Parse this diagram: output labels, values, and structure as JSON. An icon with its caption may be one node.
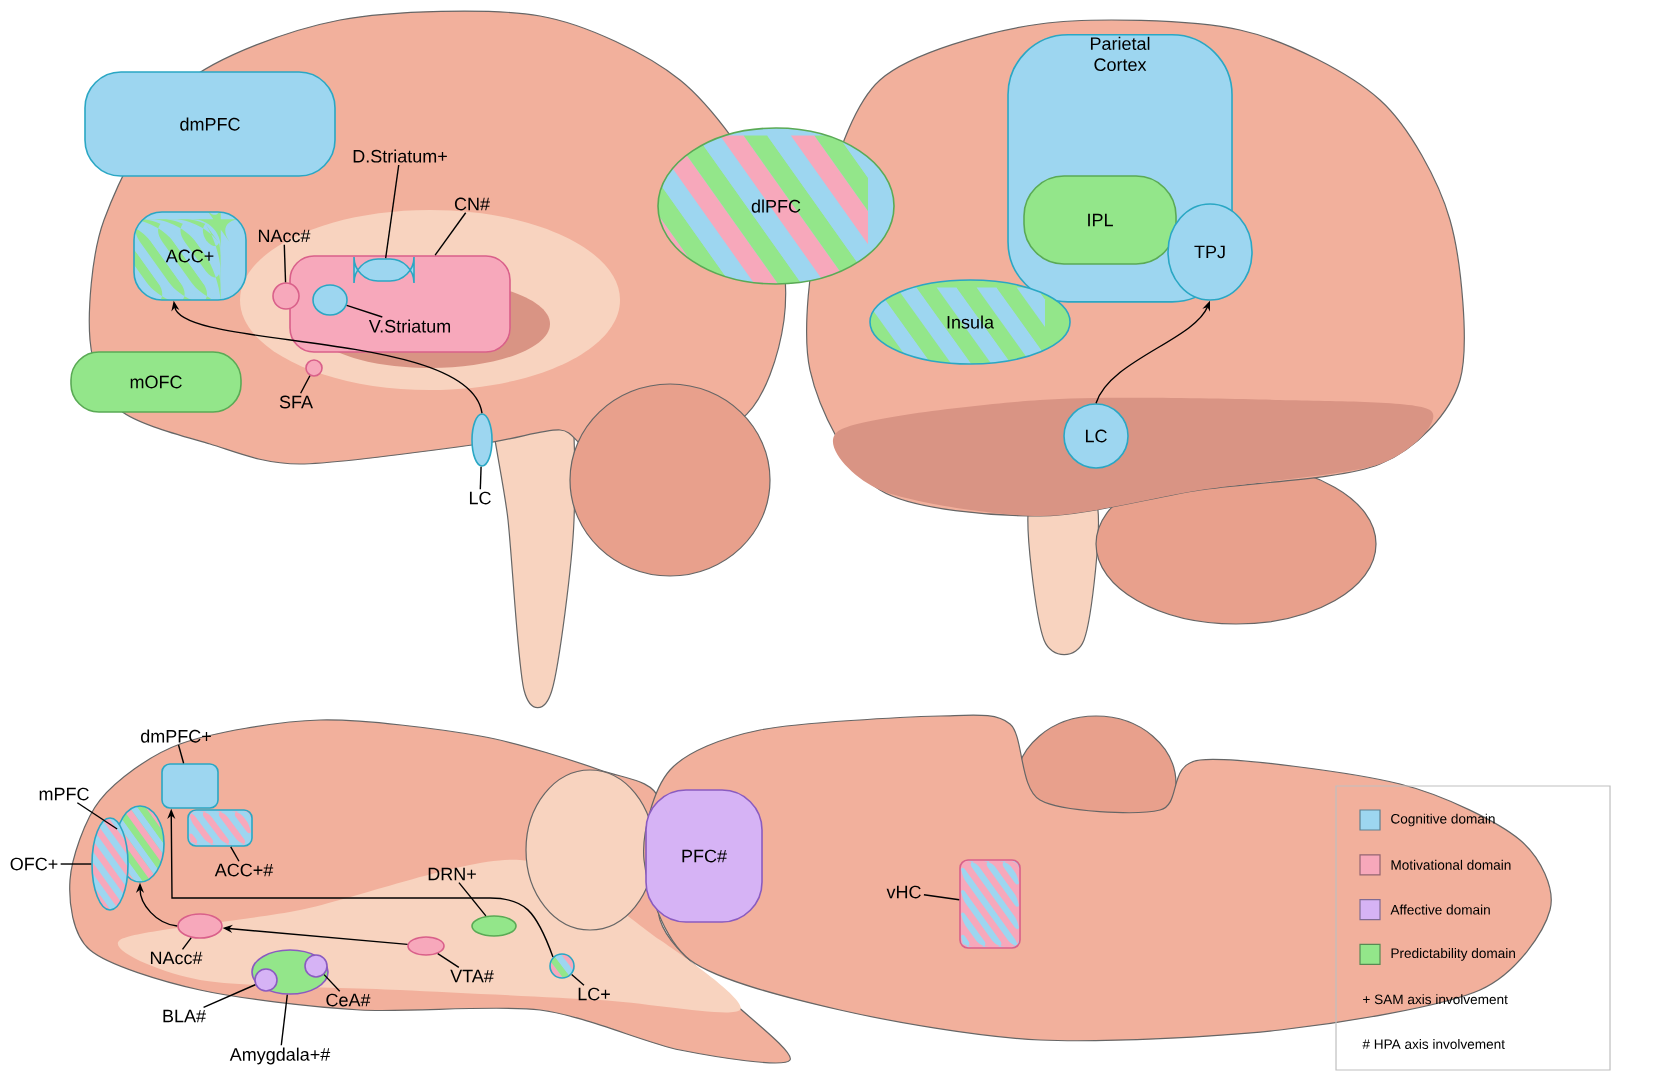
{
  "diagram": {
    "nodes": [
      {
        "text": [
          "dmPFC"
        ]
      },
      {
        "text": [
          "ACC+"
        ]
      },
      {
        "text": [
          "D.Striatum+"
        ]
      },
      {
        "text": [
          "CN#"
        ]
      },
      {
        "text": [
          "NAcc#"
        ]
      },
      {
        "text": [
          "V.Striatum"
        ],
        "in": 9
      },
      {
        "text": [
          "mOFC"
        ]
      },
      {
        "text": [
          "SFA"
        ]
      },
      {
        "text": [
          "LC"
        ]
      },
      {
        "text": [],
        "shape": "bar"
      },
      {
        "text": [],
        "shape": "bar",
        "in": 9
      },
      {
        "text": [],
        "shape": "circle"
      },
      {
        "text": [],
        "shape": "circle",
        "in": 9
      },
      {
        "text": [],
        "shape": "circle"
      },
      {
        "text": [],
        "shape": "circle"
      },
      {
        "text": [
          "dlPFC"
        ]
      },
      {
        "text": [
          "Parietal Cortex"
        ]
      },
      {
        "text": [
          "IPL"
        ],
        "in": 16
      },
      {
        "text": [
          "TPJ"
        ]
      },
      {
        "text": [
          "Insula"
        ]
      },
      {
        "text": [
          "LC"
        ]
      },
      {
        "text": [
          "dmPFC+"
        ]
      },
      {
        "text": [
          "mPFC"
        ]
      },
      {
        "text": [
          "OFC+"
        ]
      },
      {
        "text": [
          "ACC+#"
        ]
      },
      {
        "text": [
          "DRN+"
        ]
      },
      {
        "text": [
          "NAcc#"
        ]
      },
      {
        "text": [
          "VTA#"
        ]
      },
      {
        "text": [
          "LC+"
        ]
      },
      {
        "text": [
          "BLA#"
        ]
      },
      {
        "text": [
          "CeA#"
        ]
      },
      {
        "text": [
          "Amygdala+#"
        ]
      },
      {
        "text": [],
        "shape": "box"
      },
      {
        "text": [],
        "shape": "box"
      },
      {
        "text": [],
        "shape": "circle"
      },
      {
        "text": [],
        "shape": "circle"
      },
      {
        "text": [],
        "shape": "circle"
      },
      {
        "text": [],
        "shape": "circle"
      },
      {
        "text": [],
        "shape": "circle"
      },
      {
        "text": [],
        "shape": "circle"
      },
      {
        "text": [],
        "shape": "circle"
      },
      {
        "text": [],
        "shape": "circle",
        "in": 40
      },
      {
        "text": [],
        "shape": "circle",
        "in": 40
      },
      {
        "text": [
          "PFC#"
        ]
      },
      {
        "text": [
          "vHC"
        ]
      },
      {
        "text": [],
        "shape": "box"
      }
    ],
    "edges": [
      {
        "from": 2,
        "to": 10,
        "arrow": "none"
      },
      {
        "from": 3,
        "to": 9,
        "arrow": "none"
      },
      {
        "from": 4,
        "to": 11,
        "arrow": "none"
      },
      {
        "from": 5,
        "to": 12,
        "arrow": "none"
      },
      {
        "from": 7,
        "to": 13,
        "arrow": "none"
      },
      {
        "from": 8,
        "to": 14,
        "arrow": "none"
      },
      {
        "from": 14,
        "to": 1,
        "arrow": "to"
      },
      {
        "from": 20,
        "to": 18,
        "arrow": "to"
      },
      {
        "from": 21,
        "to": 32,
        "arrow": "none"
      },
      {
        "from": 22,
        "to": 34,
        "arrow": "none"
      },
      {
        "from": 23,
        "to": 35,
        "arrow": "none"
      },
      {
        "from": 24,
        "to": 33,
        "arrow": "none"
      },
      {
        "from": 25,
        "to": 37,
        "arrow": "none"
      },
      {
        "from": 26,
        "to": 36,
        "arrow": "none"
      },
      {
        "from": 27,
        "to": 38,
        "arrow": "none"
      },
      {
        "from": 28,
        "to": 39,
        "arrow": "none"
      },
      {
        "from": 29,
        "to": 41,
        "arrow": "none"
      },
      {
        "from": 30,
        "to": 42,
        "arrow": "none"
      },
      {
        "from": 31,
        "to": 40,
        "arrow": "none"
      },
      {
        "from": 39,
        "to": 32,
        "arrow": "to"
      },
      {
        "from": 38,
        "to": 36,
        "arrow": "to"
      },
      {
        "from": 36,
        "to": 34,
        "arrow": "to"
      },
      {
        "from": 44,
        "to": 45,
        "arrow": "none"
      }
    ],
    "legend": [
      {
        "text": "Cognitive domain",
        "color": "#9dd6f0"
      },
      {
        "text": "Motivational domain",
        "color": "#f7a8bb"
      },
      {
        "text": "Affective domain",
        "color": "#d6b3f5"
      },
      {
        "text": "Predictability domain",
        "color": "#93e68a"
      },
      {
        "text": "+ SAM axis involvement"
      },
      {
        "text": "# HPA axis involvement"
      }
    ]
  }
}
